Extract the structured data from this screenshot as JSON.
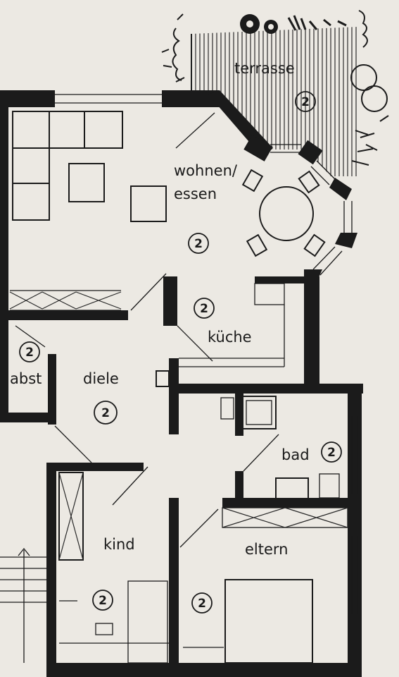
{
  "rooms": {
    "terrasse": {
      "label": "terrasse",
      "number": "2"
    },
    "wohnen_line1": "wohnen/",
    "wohnen_line2": "essen",
    "wohnen_number": "2",
    "kueche": {
      "label": "küche",
      "number": "2"
    },
    "abst": {
      "label": "abst",
      "number": "2"
    },
    "diele": {
      "label": "diele",
      "number": "2"
    },
    "bad": {
      "label": "bad",
      "number": "2"
    },
    "kind": {
      "label": "kind",
      "number": "2"
    },
    "eltern": {
      "label": "eltern",
      "number": "2"
    }
  }
}
